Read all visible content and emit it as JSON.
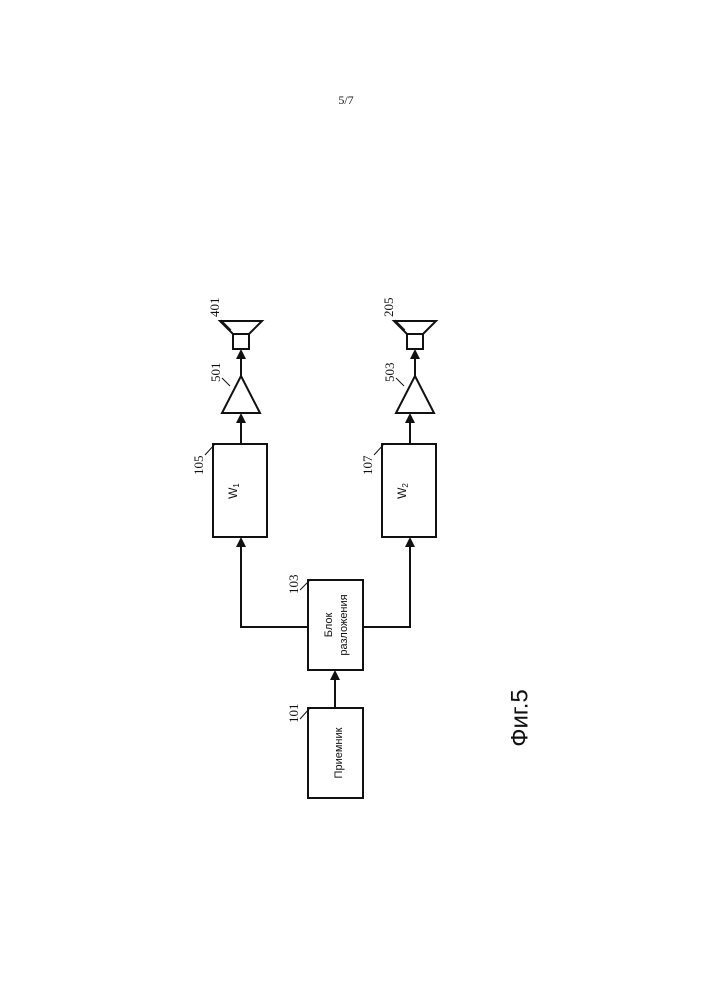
{
  "page_number": "5/7",
  "blocks": {
    "receiver": {
      "ref": "101",
      "label": "Приемник"
    },
    "decomposition": {
      "ref": "103",
      "label_line1": "Блок",
      "label_line2": "разложения"
    },
    "filter_1": {
      "ref": "105",
      "label": "W",
      "subscript": "1"
    },
    "filter_2": {
      "ref": "107",
      "label": "W",
      "subscript": "2"
    }
  },
  "amplifiers": {
    "amp_1": {
      "ref": "501"
    },
    "amp_2": {
      "ref": "503"
    }
  },
  "speakers": {
    "speaker_1": {
      "ref": "401"
    },
    "speaker_2": {
      "ref": "205"
    }
  },
  "figure_caption": "Фиг.5"
}
